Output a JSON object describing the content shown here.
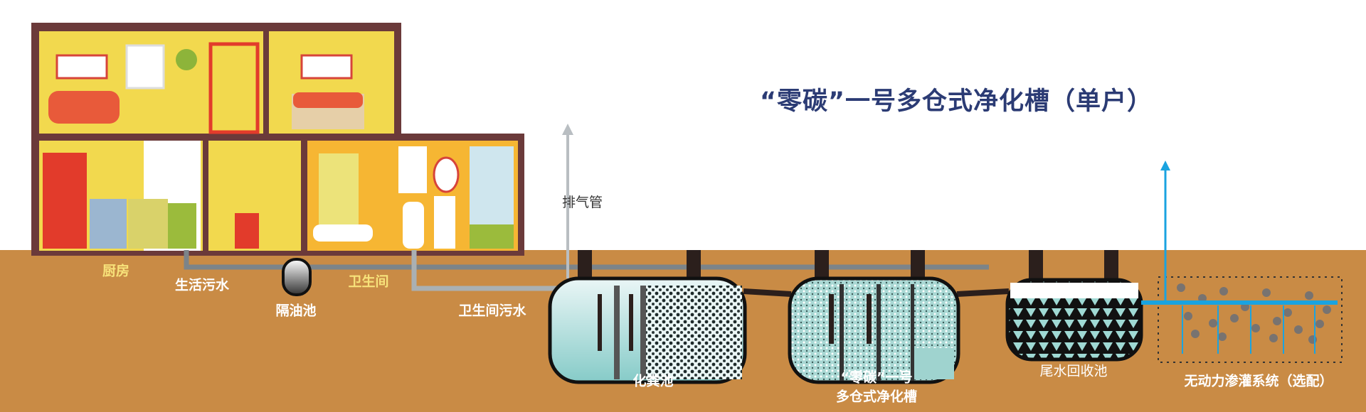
{
  "title": "“零碳”一号多仓式净化槽（单户）",
  "labels": {
    "kitchen": "厨房",
    "domestic_sewage": "生活污水",
    "grease_trap": "隔油池",
    "bathroom": "卫生间",
    "bathroom_sewage": "卫生间污水",
    "vent_pipe": "排气管",
    "septic_tank": "化粪池",
    "purifier_line1": "“零碳”一号",
    "purifier_line2": "多仓式净化槽",
    "tail_water_tank": "尾水回收池",
    "irrigation_system": "无动力渗灌系统（选配）"
  },
  "colors": {
    "ground": "#c98b45",
    "house_wall": "#6b3a3a",
    "room": "#f2d94e",
    "title": "#2b3b74",
    "water": "#1aa3e0"
  }
}
